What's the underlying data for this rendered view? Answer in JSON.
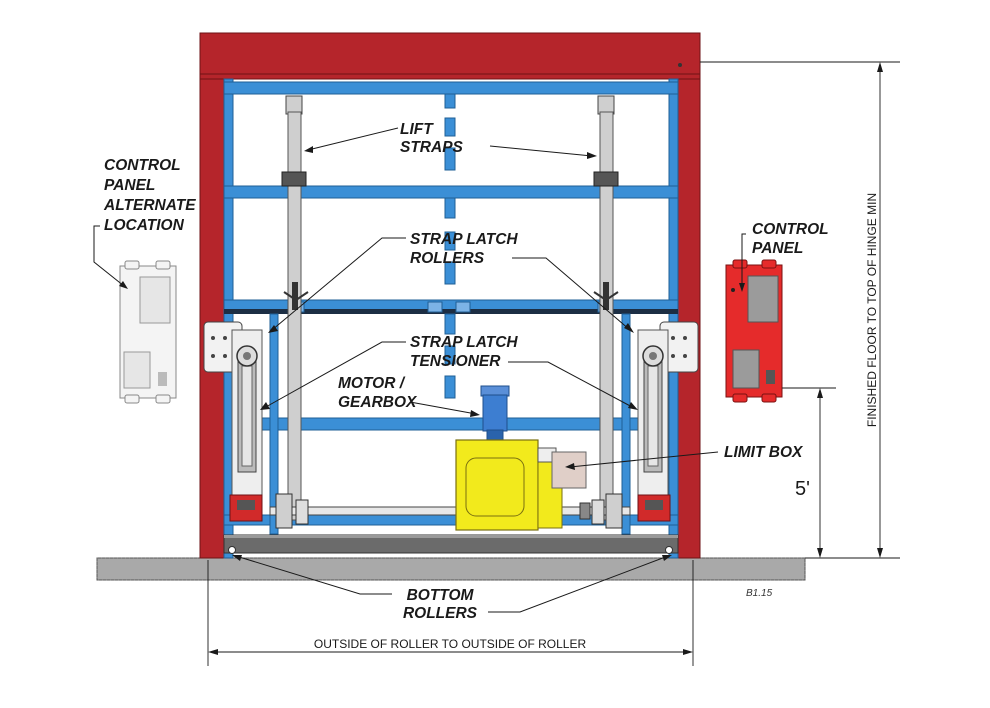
{
  "callouts": {
    "lift_straps": [
      "LIFT",
      "STRAPS"
    ],
    "strap_latch_rollers": [
      "STRAP LATCH",
      "ROLLERS"
    ],
    "strap_latch_tensioner": [
      "STRAP LATCH",
      "TENSIONER"
    ],
    "motor_gearbox": [
      "MOTOR /",
      "GEARBOX"
    ],
    "limit_box": "LIMIT BOX",
    "bottom_rollers": [
      "BOTTOM",
      "ROLLERS"
    ],
    "control_panel": [
      "CONTROL",
      "PANEL"
    ],
    "control_panel_alt": [
      "CONTROL",
      "PANEL",
      "ALTERNATE",
      "LOCATION"
    ]
  },
  "dimensions": {
    "width_label": "OUTSIDE OF ROLLER TO OUTSIDE OF ROLLER",
    "height_label": "FINISHED FLOOR TO TOP OF HINGE MIN",
    "control_panel_height": "5'"
  },
  "drawing_ref": "B1.15",
  "colors": {
    "frame_red": "#b5252b",
    "steel_blue": "#3b8fd6",
    "motor_blue": "#3d7ed1",
    "gearbox_yellow": "#f2ea1c",
    "control_panel_red": "#e52b2b",
    "limit_box_tan": "#e0cfc8",
    "floor_gray": "#a9a9a9"
  }
}
